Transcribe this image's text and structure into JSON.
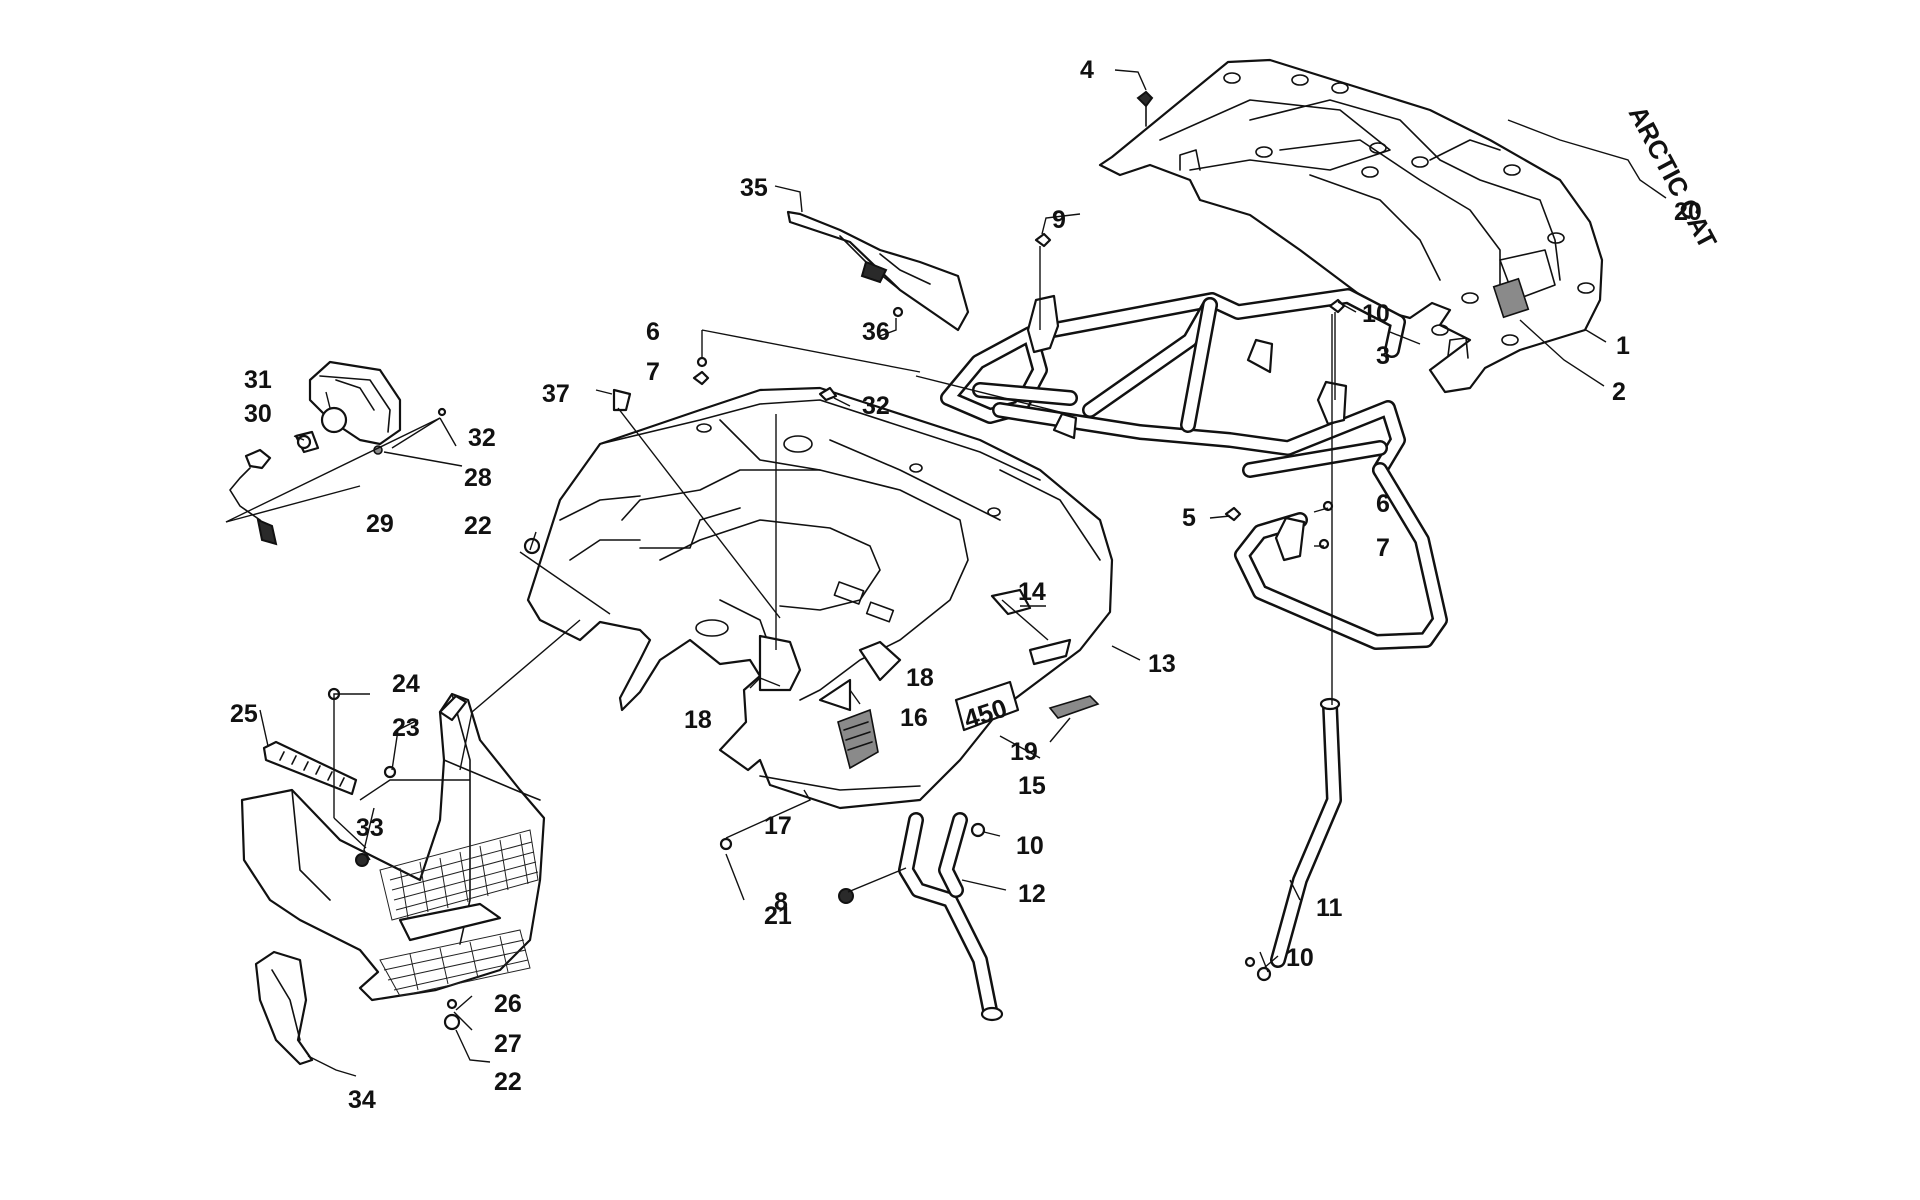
{
  "emblems": {
    "brand_decal": "ARCTIC CAT",
    "model_decal": "450"
  },
  "callouts": [
    {
      "id": "c1",
      "label": "1"
    },
    {
      "id": "c2",
      "label": "2"
    },
    {
      "id": "c3",
      "label": "3"
    },
    {
      "id": "c4",
      "label": "4"
    },
    {
      "id": "c5",
      "label": "5"
    },
    {
      "id": "c6a",
      "label": "6"
    },
    {
      "id": "c6b",
      "label": "6"
    },
    {
      "id": "c7a",
      "label": "7"
    },
    {
      "id": "c7b",
      "label": "7"
    },
    {
      "id": "c8",
      "label": "8"
    },
    {
      "id": "c9",
      "label": "9"
    },
    {
      "id": "c10a",
      "label": "10"
    },
    {
      "id": "c10b",
      "label": "10"
    },
    {
      "id": "c10c",
      "label": "10"
    },
    {
      "id": "c11",
      "label": "11"
    },
    {
      "id": "c12",
      "label": "12"
    },
    {
      "id": "c13",
      "label": "13"
    },
    {
      "id": "c14",
      "label": "14"
    },
    {
      "id": "c15",
      "label": "15"
    },
    {
      "id": "c16",
      "label": "16"
    },
    {
      "id": "c17",
      "label": "17"
    },
    {
      "id": "c18a",
      "label": "18"
    },
    {
      "id": "c18b",
      "label": "18"
    },
    {
      "id": "c19",
      "label": "19"
    },
    {
      "id": "c20",
      "label": "20"
    },
    {
      "id": "c21",
      "label": "21"
    },
    {
      "id": "c22a",
      "label": "22"
    },
    {
      "id": "c22b",
      "label": "22"
    },
    {
      "id": "c23",
      "label": "23"
    },
    {
      "id": "c24",
      "label": "24"
    },
    {
      "id": "c25",
      "label": "25"
    },
    {
      "id": "c26",
      "label": "26"
    },
    {
      "id": "c27",
      "label": "27"
    },
    {
      "id": "c28",
      "label": "28"
    },
    {
      "id": "c29",
      "label": "29"
    },
    {
      "id": "c30",
      "label": "30"
    },
    {
      "id": "c31",
      "label": "31"
    },
    {
      "id": "c32a",
      "label": "32"
    },
    {
      "id": "c32b",
      "label": "32"
    },
    {
      "id": "c33",
      "label": "33"
    },
    {
      "id": "c34",
      "label": "34"
    },
    {
      "id": "c35",
      "label": "35"
    },
    {
      "id": "c36",
      "label": "36"
    },
    {
      "id": "c37",
      "label": "37"
    }
  ]
}
